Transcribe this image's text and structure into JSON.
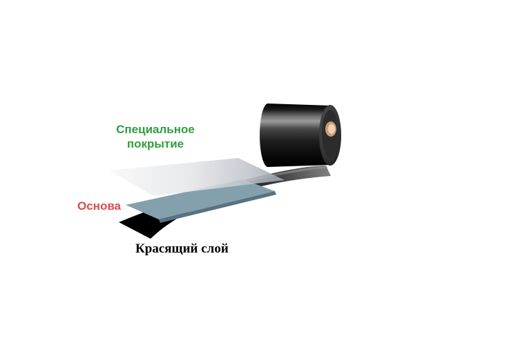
{
  "diagram": {
    "labels": {
      "coating": {
        "line1": "Специальное",
        "line2": "покрытие",
        "color": "#2f9e3f"
      },
      "base": {
        "text": "Основа",
        "color": "#e04848"
      },
      "ink": {
        "text": "Красящий слой",
        "color": "#000000"
      }
    },
    "layers": [
      {
        "id": "special-coating",
        "color": "#dfe3e7"
      },
      {
        "id": "base",
        "color": "#84a0ad"
      },
      {
        "id": "ink",
        "color": "#0a0a0a"
      }
    ],
    "roll": {
      "body_color": "#1a1a1a",
      "core_color": "#cf9b74",
      "core_inner_color": "#ecd2b6"
    },
    "background_color": "#ffffff"
  }
}
